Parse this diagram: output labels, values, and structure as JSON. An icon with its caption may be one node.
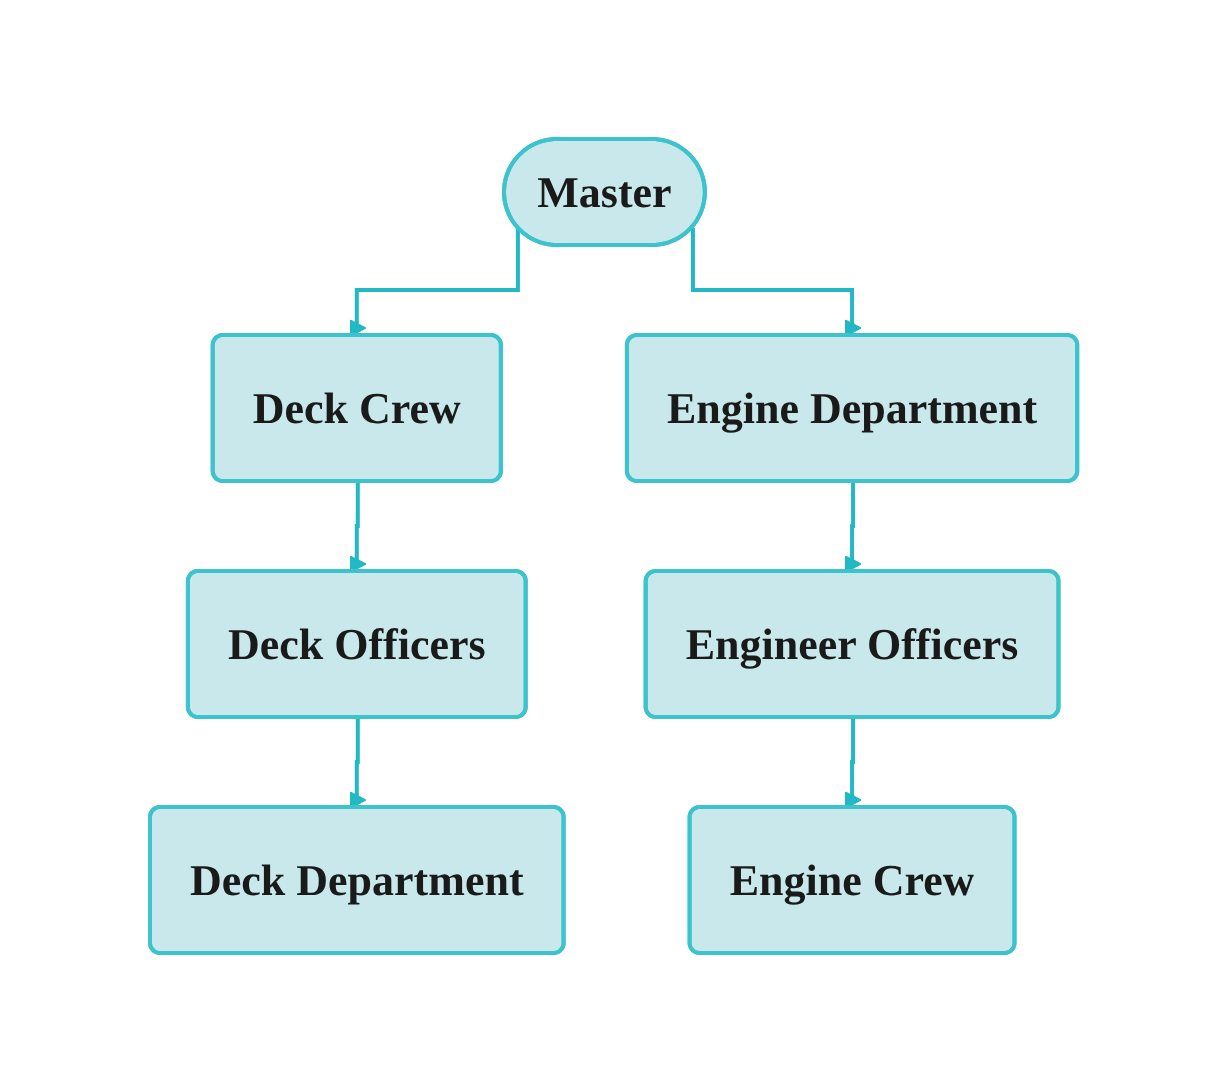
{
  "diagram": {
    "nodes": [
      {
        "text": [
          "Master"
        ]
      },
      {
        "text": [
          "Deck Crew"
        ]
      },
      {
        "text": [
          "Engine Department"
        ]
      },
      {
        "text": [
          "Deck Officers"
        ]
      },
      {
        "text": [
          "Engineer Officers"
        ]
      },
      {
        "text": [
          "Deck Department"
        ]
      },
      {
        "text": [
          "Engine Crew"
        ]
      }
    ],
    "edges": [
      {
        "from": 0,
        "to": 1,
        "arrow": "to"
      },
      {
        "from": 0,
        "to": 2,
        "arrow": "to"
      },
      {
        "from": 1,
        "to": 3,
        "arrow": "to"
      },
      {
        "from": 3,
        "to": 5,
        "arrow": "to"
      },
      {
        "from": 2,
        "to": 4,
        "arrow": "to"
      },
      {
        "from": 4,
        "to": 6,
        "arrow": "to"
      }
    ]
  }
}
